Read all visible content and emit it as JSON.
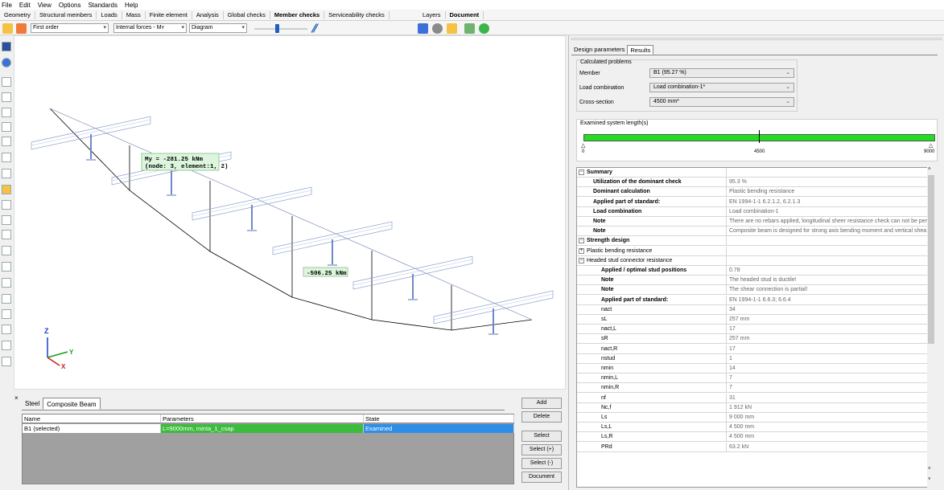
{
  "menu": [
    "File",
    "Edit",
    "View",
    "Options",
    "Standards",
    "Help"
  ],
  "tabs": [
    {
      "label": "Geometry",
      "bold": false
    },
    {
      "label": "Structural members",
      "bold": false
    },
    {
      "label": "Loads",
      "bold": false
    },
    {
      "label": "Mass",
      "bold": false
    },
    {
      "label": "Finite element",
      "bold": false
    },
    {
      "label": "Analysis",
      "bold": false
    },
    {
      "label": "Global checks",
      "bold": false
    },
    {
      "label": "Member checks",
      "bold": true
    },
    {
      "label": "Serviceability checks",
      "bold": false
    }
  ],
  "right_tabs": [
    {
      "label": "Layers",
      "bold": false
    },
    {
      "label": "Document",
      "bold": true
    }
  ],
  "toolbar": {
    "order": "First order",
    "forces": "Internal forces - Mʏ",
    "display": "Diagram"
  },
  "canvas": {
    "label_max": "My = -281.25 kNm",
    "label_max_sub": "(node: 3, element:1, 2)",
    "label_mid": "-506.25 kNm",
    "axis_z": "Z",
    "axis_y": "Y",
    "axis_x": "X"
  },
  "bottom": {
    "tabs": [
      "Steel",
      "Composite Beam"
    ],
    "headers": {
      "name": "Name",
      "parameters": "Parameters",
      "state": "State"
    },
    "row": {
      "name": "B1 (selected)",
      "parameters": "L=9000mm, minta_1_csap",
      "state": "Examined"
    },
    "buttons": {
      "add": "Add",
      "delete": "Delete",
      "select": "Select",
      "select_plus": "Select (+)",
      "select_minus": "Select (-)",
      "document": "Document"
    }
  },
  "right": {
    "tabs": [
      "Design parameters",
      "Results"
    ],
    "calc_group": "Calculated problems",
    "member_label": "Member",
    "member_value": "B1 (95.27 %)",
    "loadcomb_label": "Load combination",
    "loadcomb_value": "Load combination-1*",
    "cross_label": "Cross-section",
    "cross_value": "4500 mm*",
    "examined_group": "Examined system length(s)",
    "bar_start": "0",
    "bar_mid": "4500",
    "bar_end": "9000",
    "bar_color": "#22dd22"
  },
  "results": [
    {
      "type": "sec",
      "exp": "−",
      "key": "Summary",
      "value": ""
    },
    {
      "type": "bold",
      "key": "Utilization of the dominant check",
      "value": "95.3 %"
    },
    {
      "type": "bold",
      "key": "Dominant calculation",
      "value": "Plastic bending resistance"
    },
    {
      "type": "bold",
      "key": "Applied part of standard:",
      "value": "EN 1994-1-1  6.2.1.2, 6.2.1.3"
    },
    {
      "type": "bold",
      "key": "Load combination",
      "value": "Load combination-1"
    },
    {
      "type": "bold",
      "key": "Note",
      "value": "There are no rebars applied, longitudinal sheer resistance check can not be perf"
    },
    {
      "type": "bold",
      "key": "Note",
      "value": "Composite beam is designed for strong axis bending moment and vertical shea"
    },
    {
      "type": "sec",
      "exp": "−",
      "key": "Strength design",
      "value": ""
    },
    {
      "type": "sub",
      "exp": "+",
      "key": "Plastic bending resistance",
      "value": ""
    },
    {
      "type": "sub",
      "exp": "−",
      "key": "Headed stud connector resistance",
      "value": ""
    },
    {
      "type": "bold2",
      "key": "Applied / optimal stud positions",
      "value": "0.78"
    },
    {
      "type": "bold2",
      "key": "Note",
      "value": "The headed stud is ductile!"
    },
    {
      "type": "bold2",
      "key": "Note",
      "value": "The shear connection is partial!"
    },
    {
      "type": "bold2",
      "key": "Applied part of standard:",
      "value": "EN 1994-1-1 6.6.3; 6.6.4"
    },
    {
      "type": "sym",
      "key": "nact",
      "value": "34"
    },
    {
      "type": "sym",
      "key": "sL",
      "value": "257 mm"
    },
    {
      "type": "sym",
      "key": "nact,L",
      "value": "17"
    },
    {
      "type": "sym",
      "key": "sR",
      "value": "257 mm"
    },
    {
      "type": "sym",
      "key": "nact,R",
      "value": "17"
    },
    {
      "type": "sym",
      "key": "nstud",
      "value": "1"
    },
    {
      "type": "sym",
      "key": "nmin",
      "value": "14"
    },
    {
      "type": "sym",
      "key": "nmin,L",
      "value": "7"
    },
    {
      "type": "sym",
      "key": "nmin,R",
      "value": "7"
    },
    {
      "type": "sym",
      "key": "nf",
      "value": "31"
    },
    {
      "type": "sym",
      "key": "Nc,f",
      "value": "1 912 kN"
    },
    {
      "type": "sym",
      "key": "Ls",
      "value": "9 000 mm"
    },
    {
      "type": "sym",
      "key": "Ls,L",
      "value": "4 500 mm"
    },
    {
      "type": "sym",
      "key": "Ls,R",
      "value": "4 500 mm"
    },
    {
      "type": "sym",
      "key": "PRd",
      "value": "63.2 kN"
    }
  ]
}
